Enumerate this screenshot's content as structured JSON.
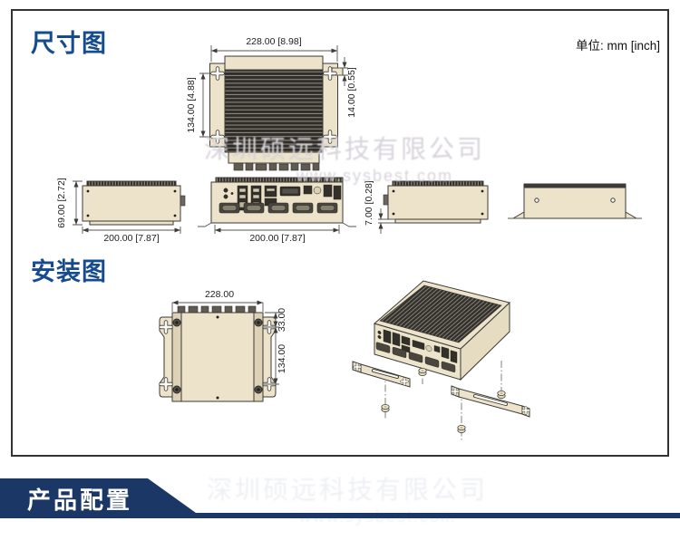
{
  "page": {
    "unit_label": "单位: mm [inch]"
  },
  "sections": {
    "dimensions": {
      "title": "尺寸图"
    },
    "installation": {
      "title": "安装图"
    },
    "configuration": {
      "title": "产品配置"
    }
  },
  "dimension_view": {
    "top_view": {
      "width": "228.00 [8.98]",
      "mounting_hole_pitch": "134.00 [4.88]",
      "mounting_hole_offset": "14.00 [0.55]"
    },
    "left_side_view": {
      "height": "69.00 [2.72]",
      "depth": "200.00 [7.87]"
    },
    "front_view": {
      "width": "200.00 [7.87]"
    },
    "right_side_view": {
      "foot_height": "7.00 [0.28]"
    }
  },
  "installation_view": {
    "width": "228.00",
    "bracket_hole_offset": "33.00",
    "bracket_hole_pitch": "134.00"
  },
  "watermark": {
    "company": "深圳硕远科技有限公司",
    "website": "www.sysbest.com"
  },
  "colors": {
    "accent_blue": "#174b8f",
    "header_navy": "#1b3766",
    "chassis_beige": "#ece3ca",
    "fin_dark": "#2f2d2a"
  }
}
